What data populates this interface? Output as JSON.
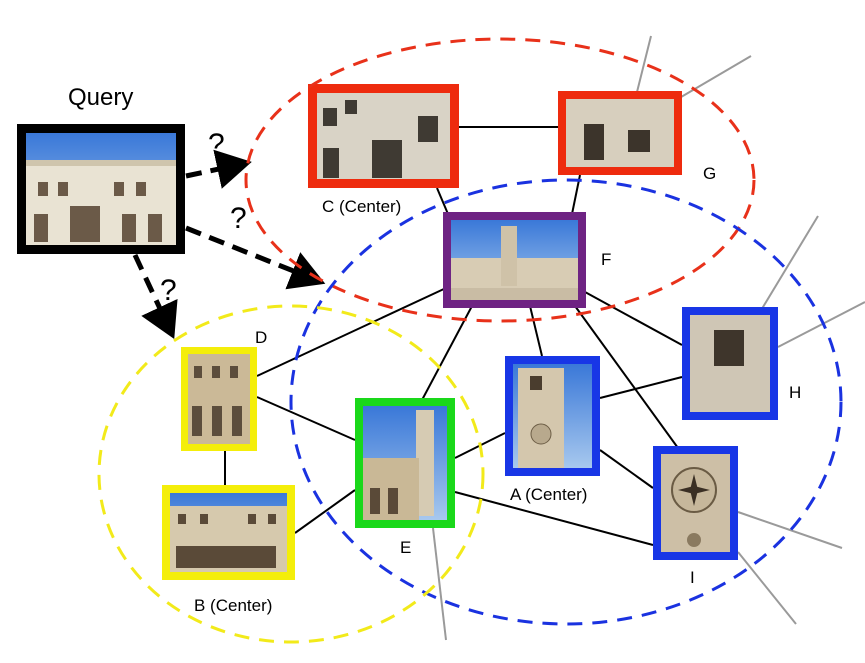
{
  "query": {
    "title": "Query"
  },
  "question_marks": [
    "?",
    "?",
    "?"
  ],
  "nodes": [
    {
      "id": "A",
      "label": "A (Center)",
      "frame_color": "#1836e6",
      "cluster": "blue"
    },
    {
      "id": "B",
      "label": "B (Center)",
      "frame_color": "#f4ee0a",
      "cluster": "yellow"
    },
    {
      "id": "C",
      "label": "C (Center)",
      "frame_color": "#ee2b0e",
      "cluster": "red"
    },
    {
      "id": "D",
      "label": "D",
      "frame_color": "#f4ee0a",
      "cluster": "yellow"
    },
    {
      "id": "E",
      "label": "E",
      "frame_color": "#1ad81a",
      "cluster": "yellow+blue"
    },
    {
      "id": "F",
      "label": "F",
      "frame_color": "#6e2383",
      "cluster": "red+blue"
    },
    {
      "id": "G",
      "label": "G",
      "frame_color": "#ee2b0e",
      "cluster": "red"
    },
    {
      "id": "H",
      "label": "H",
      "frame_color": "#1836e6",
      "cluster": "blue"
    },
    {
      "id": "I",
      "label": "I",
      "frame_color": "#1836e6",
      "cluster": "blue"
    }
  ],
  "edges": [
    [
      "C",
      "G"
    ],
    [
      "C",
      "F"
    ],
    [
      "G",
      "F"
    ],
    [
      "F",
      "D"
    ],
    [
      "F",
      "E"
    ],
    [
      "F",
      "A"
    ],
    [
      "F",
      "H"
    ],
    [
      "F",
      "I"
    ],
    [
      "D",
      "B"
    ],
    [
      "D",
      "E"
    ],
    [
      "B",
      "E"
    ],
    [
      "E",
      "A"
    ],
    [
      "E",
      "I"
    ],
    [
      "A",
      "H"
    ],
    [
      "A",
      "I"
    ]
  ],
  "clusters": [
    {
      "name": "red",
      "color": "#e8311a"
    },
    {
      "name": "blue",
      "color": "#1a32e0"
    },
    {
      "name": "yellow",
      "color": "#f2ea1a"
    }
  ],
  "colors": {
    "query_frame": "#000000",
    "edge": "#000000",
    "external_edge": "#9a9a9a"
  }
}
